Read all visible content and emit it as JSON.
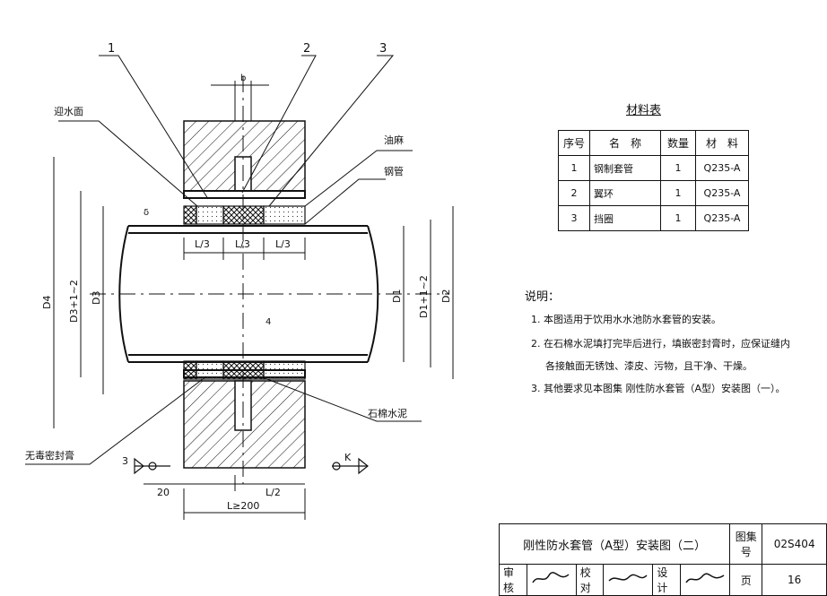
{
  "callouts": [
    "1",
    "2",
    "3"
  ],
  "labels": {
    "b": "b",
    "delta": "δ",
    "four": "4",
    "yingshuimian": "迎水面",
    "youma": "油麻",
    "gangguan": "钢管",
    "shimian": "石棉水泥",
    "wudu": "无毒密封膏",
    "sec3": "3",
    "secK": "K"
  },
  "dimensions": {
    "l3a": "L/3",
    "l3b": "L/3",
    "l3c": "L/3",
    "d4": "D4",
    "d3p": "D3+1~2",
    "d3": "D3",
    "d1": "D1",
    "d1p": "D1+1~2",
    "d2": "D2",
    "twenty": "20",
    "l2": "L/2",
    "lmin": "L≥200"
  },
  "materials": {
    "title": "材料表",
    "headers": [
      "序号",
      "名　称",
      "数量",
      "材　料"
    ],
    "rows": [
      {
        "no": "1",
        "name": "钢制套管",
        "qty": "1",
        "mat": "Q235-A"
      },
      {
        "no": "2",
        "name": "翼环",
        "qty": "1",
        "mat": "Q235-A"
      },
      {
        "no": "3",
        "name": "挡圈",
        "qty": "1",
        "mat": "Q235-A"
      }
    ]
  },
  "notes": {
    "title": "说明：",
    "items": [
      "1. 本图适用于饮用水水池防水套管的安装。",
      "2. 在石棉水泥填打完毕后进行，填嵌密封膏时，应保证缝内",
      "各接触面无锈蚀、漆皮、污物，且干净、干燥。",
      "3. 其他要求见本图集 刚性防水套管（A型）安装图（一）。"
    ]
  },
  "title_block": {
    "title": "刚性防水套管（A型）安装图（二）",
    "atlas_label": "图集号",
    "atlas_no": "02S404",
    "review": "审核",
    "check": "校对",
    "design": "设计",
    "page_label": "页",
    "page_no": "16"
  }
}
